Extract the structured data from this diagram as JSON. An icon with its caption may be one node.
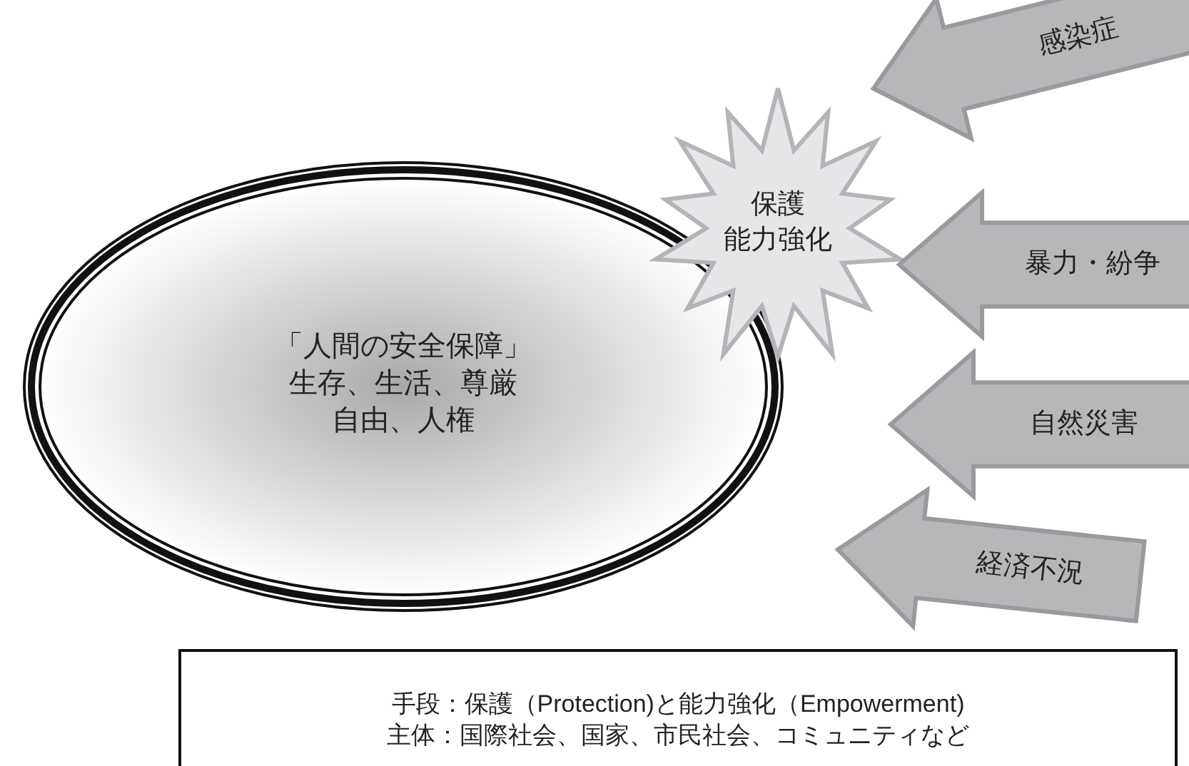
{
  "diagram": {
    "nodes": [
      {
        "text": [
          "「人間の安全保障」",
          "生存、生活、尊厳",
          "自由、人権"
        ]
      },
      {
        "text": [
          "保護",
          "能力強化"
        ]
      },
      {
        "text": [
          "感染症"
        ]
      },
      {
        "text": [
          "暴力・紛争"
        ]
      },
      {
        "text": [
          "自然災害"
        ]
      },
      {
        "text": [
          "経済不況"
        ]
      },
      {
        "text": [
          "手段：保護（Protection)と能力強化（Empowerment)",
          "主体：国際社会、国家、市民社会、コミュニティなど"
        ]
      }
    ]
  }
}
